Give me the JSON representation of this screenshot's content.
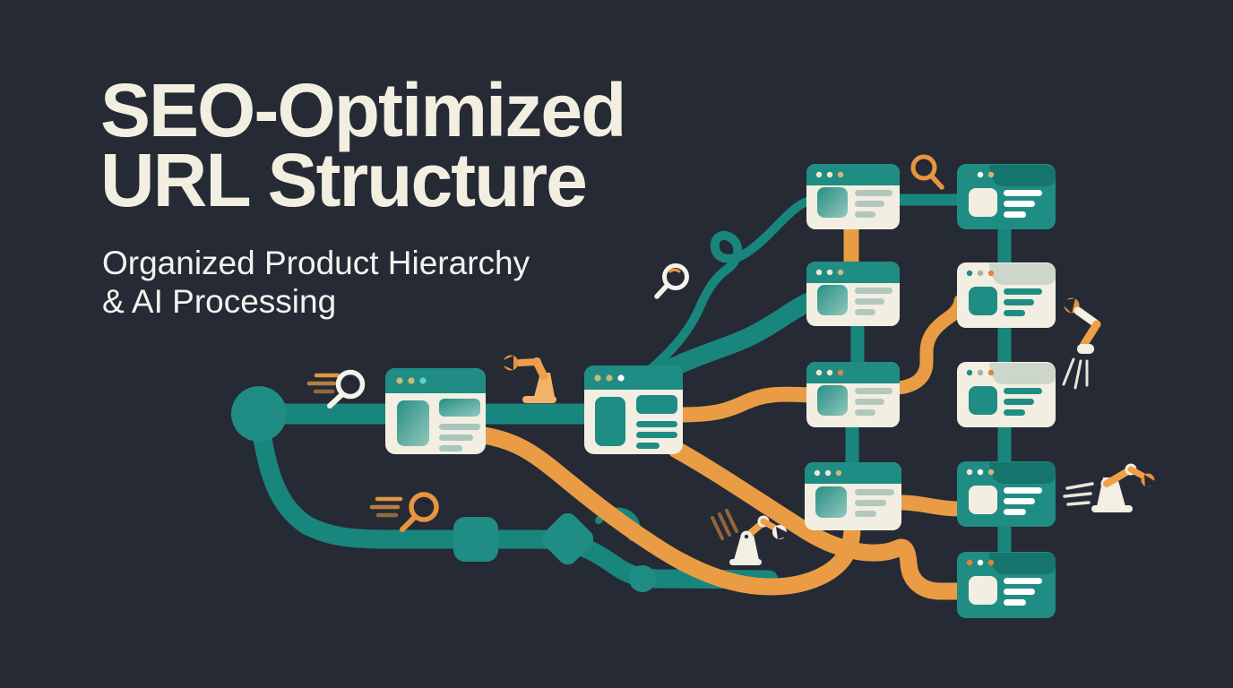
{
  "header": {
    "title_line1": "SEO-Optimized",
    "title_line2": "URL Structure",
    "subtitle_line1": "Organized Product Hierarchy",
    "subtitle_line2": "& AI Processing"
  },
  "palette": {
    "background": "#252A35",
    "teal_line": "#19867D",
    "teal_card": "#1F8D84",
    "teal_dark_tab": "#15756C",
    "orange_line": "#EA9C44",
    "cream": "#F2EFE2",
    "sage_text_lines": "#B3C7BD",
    "light_tab": "#CDD6CA",
    "cyan_dot": "#5ED3CB",
    "tan_dot": "#CDB878"
  },
  "diagram": {
    "root_node": {
      "shape": "circle",
      "color": "teal"
    },
    "path_nodes": [
      {
        "shape": "rounded-square",
        "color": "teal"
      },
      {
        "shape": "diamond",
        "color": "teal"
      },
      {
        "shape": "small-circle",
        "color": "teal"
      }
    ],
    "hub_pages": [
      {
        "id": "hub-page-1",
        "style": "cream body, teal header, teal content blocks"
      },
      {
        "id": "hub-page-2",
        "style": "cream body, teal header, teal content blocks"
      }
    ],
    "category_pages": [
      {
        "id": "category-page-1",
        "style": "cream body, teal header"
      },
      {
        "id": "category-page-2",
        "style": "cream body, teal header"
      },
      {
        "id": "category-page-3",
        "style": "cream body, teal header"
      },
      {
        "id": "category-page-4",
        "style": "cream body, teal header"
      }
    ],
    "product_pages": [
      {
        "id": "product-page-1",
        "style": "solid teal, cream thumbnail, white lines"
      },
      {
        "id": "product-page-2",
        "style": "cream body, light folder tab, teal content"
      },
      {
        "id": "product-page-3",
        "style": "cream body, light folder tab, teal content"
      },
      {
        "id": "product-page-4",
        "style": "solid teal, cream thumbnail, white lines"
      },
      {
        "id": "product-page-5",
        "style": "solid teal, cream thumbnail, white lines"
      }
    ],
    "icons": [
      {
        "name": "search-magnifier-white-1",
        "detail": "white lens, orange speed lines"
      },
      {
        "name": "search-magnifier-white-2",
        "detail": "white lens, orange glint"
      },
      {
        "name": "search-magnifier-orange-1",
        "detail": "orange lens, orange speed lines"
      },
      {
        "name": "search-magnifier-orange-2",
        "detail": "orange lens, top right"
      },
      {
        "name": "robot-arm-orange",
        "detail": "orange arm beside hub page 1"
      },
      {
        "name": "robot-arm-white",
        "detail": "white base, orange arm, brown speed lines"
      },
      {
        "name": "robot-arm-sprayer",
        "detail": "hanging arm spraying, right edge"
      },
      {
        "name": "robot-arm-right",
        "detail": "white base, orange claw, white speed lines"
      }
    ],
    "connector_colors": {
      "primary": "#19867D",
      "secondary": "#EA9C44"
    }
  }
}
